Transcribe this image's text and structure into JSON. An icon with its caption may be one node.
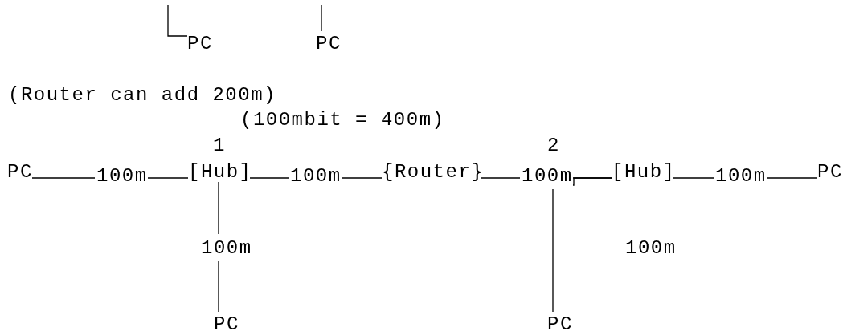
{
  "diagram": {
    "nodes": [
      {
        "text": [
          "PC"
        ]
      },
      {
        "text": [
          "PC"
        ]
      },
      {
        "text": [
          "PC"
        ]
      },
      {
        "text": [
          "[Hub]"
        ]
      },
      {
        "text": [
          "{Router}"
        ]
      },
      {
        "text": [
          "[Hub]"
        ]
      },
      {
        "text": [
          "PC"
        ]
      },
      {
        "text": [
          "PC"
        ]
      },
      {
        "text": [
          "PC"
        ]
      }
    ],
    "edges": [
      {
        "from": null,
        "to": 0,
        "arrow": "none"
      },
      {
        "from": null,
        "to": 1,
        "arrow": "none"
      },
      {
        "from": 2,
        "to": 3,
        "arrow": "none",
        "label": "100m"
      },
      {
        "from": 3,
        "to": 4,
        "arrow": "none",
        "label": "100m"
      },
      {
        "from": 4,
        "to": 5,
        "arrow": "none",
        "label": "100m"
      },
      {
        "from": 5,
        "to": 6,
        "arrow": "none",
        "label": "100m"
      },
      {
        "from": 3,
        "to": 7,
        "arrow": "none",
        "label": "100m"
      },
      {
        "from": 5,
        "to": 8,
        "arrow": "none"
      }
    ],
    "labels": [
      "(Router can add 200m)",
      "(100mbit = 400m)",
      "1",
      "2",
      "100m"
    ]
  }
}
